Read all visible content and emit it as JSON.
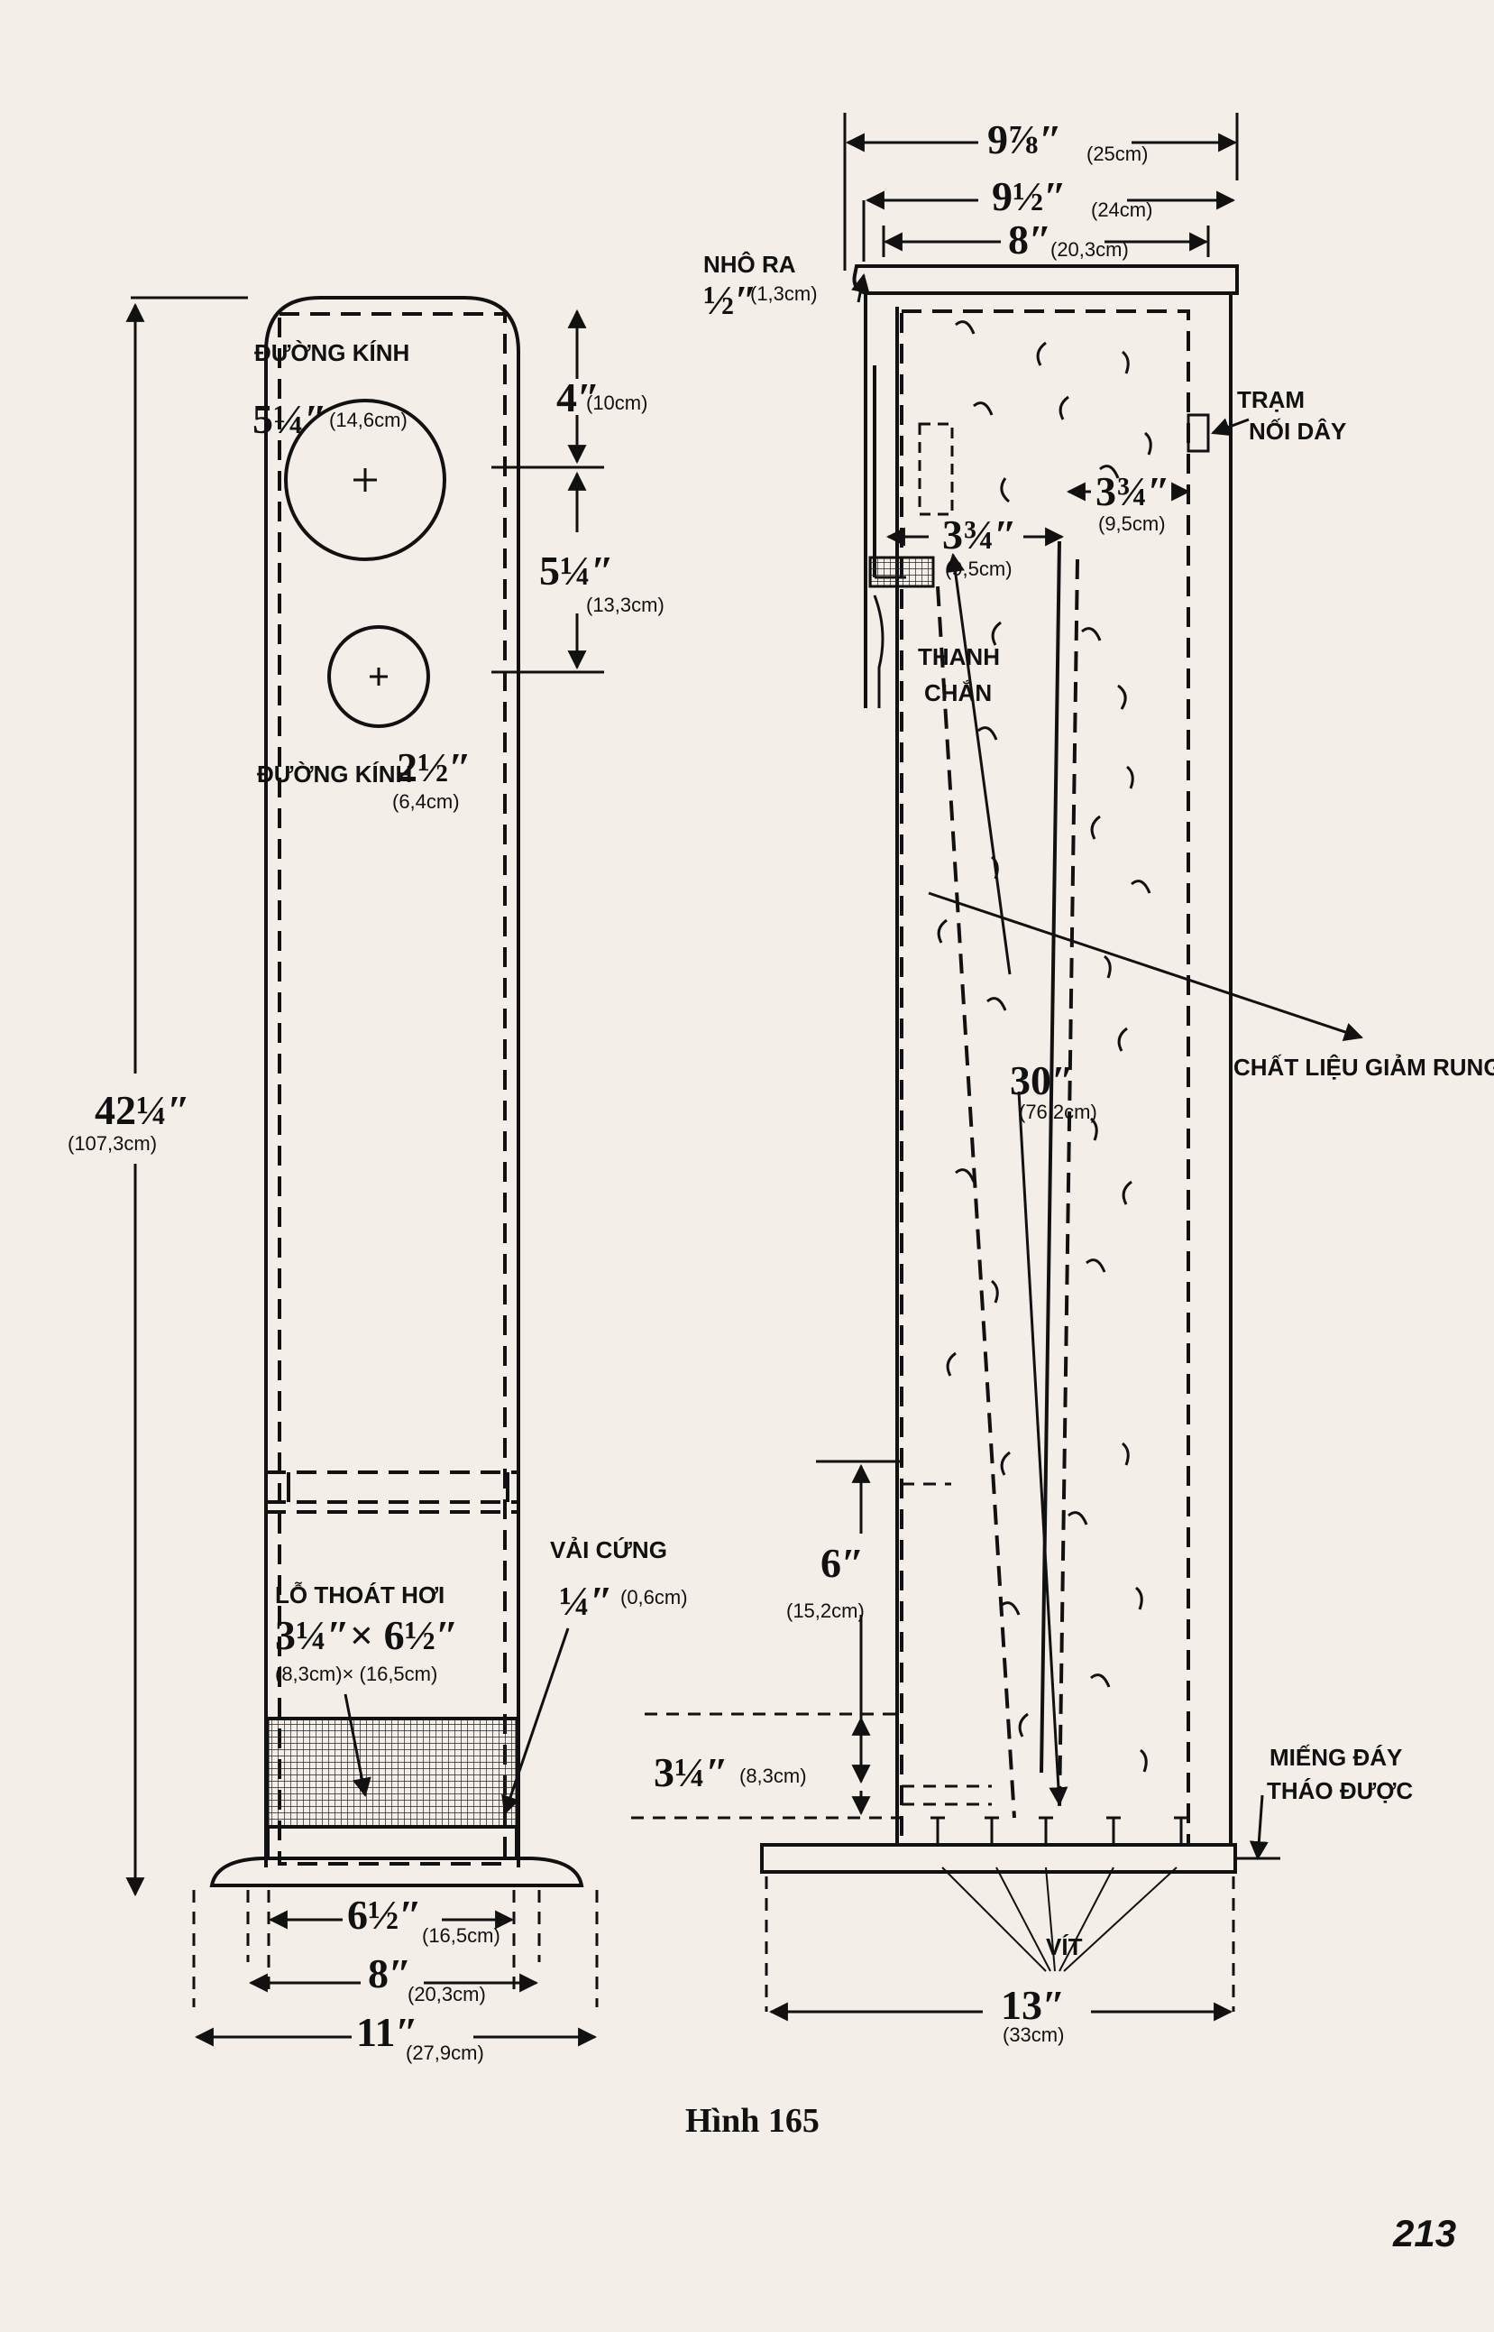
{
  "front_view": {
    "driver_large_label": "ĐƯỜNG KÍNH",
    "driver_large_size": "5¼″",
    "driver_large_size_metric": "(14,6cm)",
    "driver_small_label": "ĐƯỜNG KÍNH",
    "driver_small_size": "2½″",
    "driver_small_size_metric": "(6,4cm)",
    "dim_top_offset": "4″",
    "dim_top_offset_metric": "(10cm)",
    "dim_driver_spacing": "5¼″",
    "dim_driver_spacing_metric": "(13,3cm)",
    "dim_height": "42¼″",
    "dim_height_metric": "(107,3cm)",
    "vent_label": "LỖ THOÁT HƠI",
    "vent_size": "3¼″× 6½″",
    "vent_size_metric": "(8,3cm)× (16,5cm)",
    "cloth_label": "VẢI CỨNG",
    "cloth_size": "¼″",
    "cloth_size_metric": "(0,6cm)",
    "dim_base_inner": "6½″",
    "dim_base_inner_metric": "(16,5cm)",
    "dim_base_mid": "8″",
    "dim_base_mid_metric": "(20,3cm)",
    "dim_base_outer": "11″",
    "dim_base_outer_metric": "(27,9cm)"
  },
  "side_view": {
    "dim_top_1": "9⅞″",
    "dim_top_1_metric": "(25cm)",
    "dim_top_2": "9½″",
    "dim_top_2_metric": "(24cm)",
    "dim_top_3": "8″",
    "dim_top_3_metric": "(20,3cm)",
    "lip_label": "NHÔ RA",
    "lip_size": "½″",
    "lip_size_metric": "(1,3cm)",
    "terminal_label_1": "TRẠM",
    "terminal_label_2": "NỐI DÂY",
    "dim_baffle_left": "3¾″",
    "dim_baffle_left_metric": "(9,5cm)",
    "dim_baffle_right": "3¾″",
    "dim_baffle_right_metric": "(9,5cm)",
    "brace_label_1": "THANH",
    "brace_label_2": "CHẮN",
    "dim_line_length": "30″",
    "dim_line_length_metric": "(76,2cm)",
    "damping_label": "CHẤT LIỆU GIẢM RUNG",
    "dim_vent_height": "6″",
    "dim_vent_height_metric": "(15,2cm)",
    "dim_bottom_gap": "3¼″",
    "dim_bottom_gap_metric": "(8,3cm)",
    "removable_label_1": "MIẾNG ĐÁY",
    "removable_label_2": "THÁO ĐƯỢC",
    "screws_label": "VÍT",
    "dim_base_width": "13″",
    "dim_base_width_metric": "(33cm)"
  },
  "caption": "Hình 165",
  "page_number": "213",
  "colors": {
    "paper": "#f4eee8",
    "ink": "#111111"
  }
}
